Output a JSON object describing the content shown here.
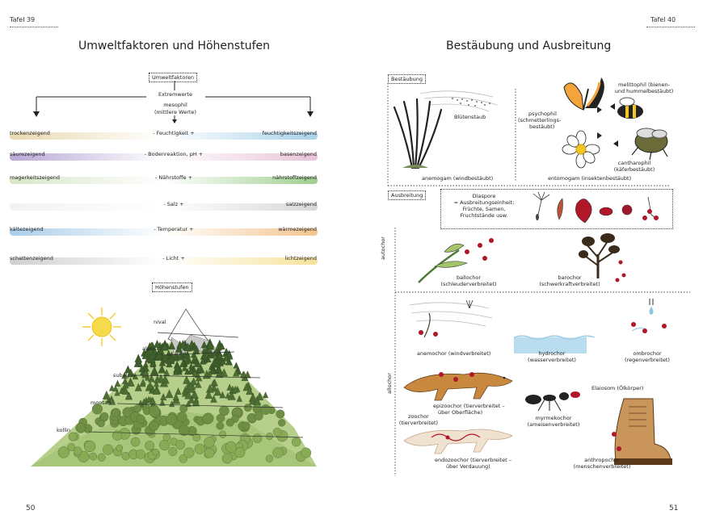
{
  "left": {
    "tafel": "Tafel 39",
    "title": "Umweltfaktoren und Höhenstufen",
    "page_number": "50",
    "umwelt_box": "Umweltfaktoren",
    "extremwerte": "Extremwerte",
    "mesophil": "mesophil",
    "mittlere_werte": "(mittlere Werte)",
    "factors": [
      {
        "left": "trockenzeigend",
        "center": "-  Feuchtigkeit +",
        "right": "feuchtigkeitszeigend",
        "c1": "#e8d9b0",
        "c2": "#a9d2ea"
      },
      {
        "left": "säurezeigend",
        "center": "-  Bodenreaktion, pH  +",
        "right": "basenzeigend",
        "c1": "#b9a7d6",
        "c2": "#e8c3d8"
      },
      {
        "left": "magerkeitszeigend",
        "center": "-  Nährstoffe +",
        "right": "nährstoffzeigend",
        "c1": "#d8e6c8",
        "c2": "#9fcf8f"
      },
      {
        "left": "",
        "center": "-  Salz +",
        "right": "salzzeigend",
        "c1": "#f2f2f2",
        "c2": "#d8d8d8"
      },
      {
        "left": "kältezeigend",
        "center": "-  Temperatur +",
        "right": "wärmezeigend",
        "c1": "#a9cde8",
        "c2": "#f3c48e"
      },
      {
        "left": "schattenzeigend",
        "center": "-  Licht +",
        "right": "lichtzeigend",
        "c1": "#cfcfcf",
        "c2": "#f6e39a"
      }
    ],
    "hoehen_box": "Höhenstufen",
    "zones": [
      "nival",
      "alpin",
      "subalpin",
      "montan",
      "kollin"
    ]
  },
  "right": {
    "tafel": "Tafel 40",
    "title": "Bestäubung und Ausbreitung",
    "page_number": "51",
    "bestaeubung_box": "Bestäubung",
    "bluetenstaub": "Blütenstaub",
    "anemogam": "anemogam (windbestäubt)",
    "psychophil": [
      "psychophil",
      "(schmetterlings-",
      "bestäubt)"
    ],
    "melittophil": [
      "melittophil (bienen-",
      "und hummelbestäubt)"
    ],
    "cantharophil": [
      "cantharophil",
      "(käferbestäubt)"
    ],
    "entomogam": "entomogam (insektenbestäubt)",
    "ausbreitung_box": "Ausbreitung",
    "diaspore": [
      "Diaspore",
      "= Ausbreitungseinheit:",
      "Früchte, Samen,",
      "Fruchtstände usw."
    ],
    "autochor": "autochor",
    "allochor": "allochor",
    "ballochor": [
      "ballochor",
      "(schleuderverbreitet)"
    ],
    "barochor": [
      "barochor",
      "(schwerkraftverbreitet)"
    ],
    "anemochor": "anemochor (windverbreitet)",
    "hydrochor": [
      "hydrochor",
      "(wasserverbreitet)"
    ],
    "ombrochor": [
      "ombrochor",
      "(regenverbreitet)"
    ],
    "elaiosom": "Elaiosom (Ölkörper)",
    "zoochor": [
      "zoochor",
      "(tierverbreitet)"
    ],
    "epizoochor": [
      "epizoochor (tierverbreitet –",
      "über Oberfläche)"
    ],
    "myrmekochor": [
      "myrmekochor",
      "(ameisenverbreitet)"
    ],
    "endozoochor": [
      "endozoochor (tierverbreitet –",
      "über Verdauung)"
    ],
    "anthropochor": [
      "anthropochor",
      "(menschenverbreitet)"
    ]
  }
}
